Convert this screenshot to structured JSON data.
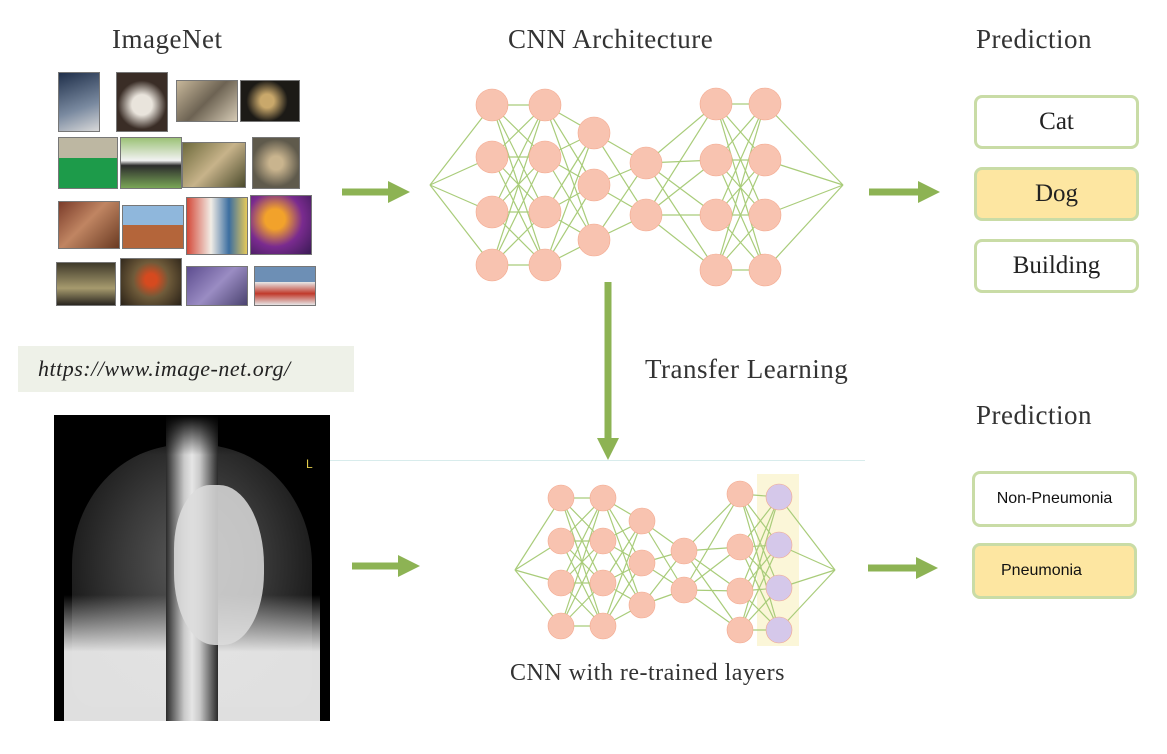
{
  "top": {
    "imagenet_title": "ImageNet",
    "cnn_title": "CNN Architecture",
    "prediction_title": "Prediction",
    "predictions": [
      {
        "label": "Cat",
        "highlighted": false
      },
      {
        "label": "Dog",
        "highlighted": true
      },
      {
        "label": "Building",
        "highlighted": false
      }
    ]
  },
  "url": "https://www.image-net.org/",
  "transfer_label": "Transfer Learning",
  "bottom": {
    "prediction_title": "Prediction",
    "xray_marker": "L",
    "cnn_caption": "CNN with re-trained layers",
    "predictions": [
      {
        "label": "Non-Pneumonia",
        "highlighted": false
      },
      {
        "label": "Pneumonia",
        "highlighted": true
      }
    ]
  },
  "colors": {
    "arrow": "#8db354",
    "node": "#f8c3b0",
    "retrained_node": "#d5c8ea",
    "edge": "#a9cc7a",
    "box_border": "#c9dca6",
    "highlight": "#fde6a1"
  }
}
